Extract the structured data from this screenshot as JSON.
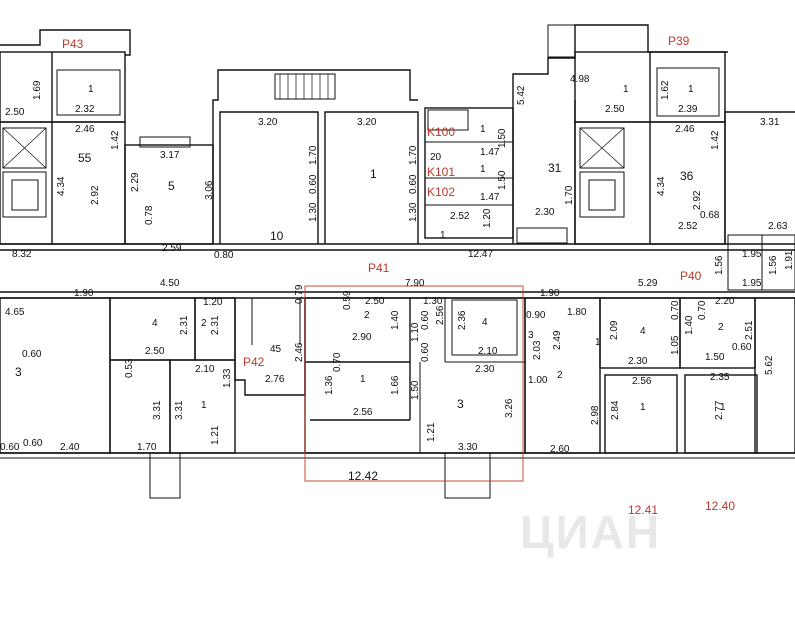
{
  "units": {
    "u1": "2.50",
    "u2": "1.69",
    "u3": "2.32",
    "u4": "1",
    "u5": "2.46",
    "u6": "1.42",
    "u7": "55",
    "u8": "4.34",
    "u9": "2.92",
    "u10": "8.32",
    "u11": "3.17",
    "u12": "2.29",
    "u13": "5",
    "u14": "3.06",
    "u15": "0.78",
    "u16": "2.59",
    "u17": "3.20",
    "u18": "1.70",
    "u19": "0.60",
    "u20": "1.30",
    "u21": "10",
    "u22": "0.80",
    "u23": "3.20",
    "u24": "1.70",
    "u25": "1",
    "u26": "0.60",
    "u27": "1.30",
    "u28": "1",
    "u29": "1.50",
    "u30": "20",
    "u31": "1.47",
    "u32": "1",
    "u33": "1.50",
    "u34": "1.47",
    "u35": "2.52",
    "u36": "1",
    "u37": "1.20",
    "u38": "12.47",
    "u39": "5.42",
    "u40": "4.98",
    "u41": "31",
    "u42": "1.70",
    "u43": "2.30",
    "u44": "1",
    "u45": "2.50",
    "u46": "1",
    "u47": "1.62",
    "u48": "2.39",
    "u49": "2.46",
    "u50": "1.42",
    "u51": "36",
    "u52": "4.34",
    "u53": "2.92",
    "u54": "2.52",
    "u55": "0.68",
    "u56": "3.31",
    "u57": "2.63",
    "u58": "1.95",
    "u59": "1.56",
    "u60": "1.95",
    "u61": "1.91",
    "u62": "1.56",
    "u63": "4.50",
    "u64": "1.90",
    "u65": "4.65",
    "u66": "0.60",
    "u67": "3",
    "u68": "0.60",
    "u69": "0.60",
    "u70": "2.40",
    "u71": "1.70",
    "u72": "0.53",
    "u73": "4",
    "u74": "2.31",
    "u75": "2.50",
    "u76": "1.20",
    "u77": "2",
    "u78": "2.31",
    "u79": "2.10",
    "u80": "3.31",
    "u81": "3.31",
    "u82": "1",
    "u83": "1.21",
    "u84": "1.33",
    "u85": "45",
    "u86": "2.76",
    "u87": "2.46",
    "u88": "0.79",
    "u89": "7.90",
    "u90": "0.59",
    "u91": "2.50",
    "u92": "2",
    "u93": "2.90",
    "u94": "1.40",
    "u95": "1.30",
    "u96": "0.60",
    "u97": "2.56",
    "u98": "2.36",
    "u99": "4",
    "u100": "2.10",
    "u101": "1.10",
    "u102": "0.60",
    "u103": "2.30",
    "u104": "1.36",
    "u105": "0.70",
    "u106": "1",
    "u107": "2.56",
    "u108": "1.66",
    "u109": "1.50",
    "u110": "3",
    "u111": "3.26",
    "u112": "1.21",
    "u113": "3.30",
    "u114": "12.42",
    "u115": "1.90",
    "u116": "0.90",
    "u117": "3",
    "u118": "2.03",
    "u119": "1.80",
    "u120": "2.49",
    "u121": "1",
    "u122": "1.00",
    "u123": "2",
    "u124": "2.60",
    "u125": "5.29",
    "u126": "4",
    "u127": "2.09",
    "u128": "0.70",
    "u129": "1.05",
    "u130": "2.30",
    "u131": "2.20",
    "u132": "0.70",
    "u133": "1.40",
    "u134": "2",
    "u135": "2.51",
    "u136": "0.60",
    "u137": "1.50",
    "u138": "2.56",
    "u139": "2.98",
    "u140": "2.84",
    "u141": "1",
    "u142": "2.35",
    "u143": "2.77",
    "u144": "1",
    "u145": "5.62"
  },
  "flats": {
    "p43": "P43",
    "p39": "P39",
    "k100": "K100",
    "k101": "K101",
    "k102": "K102",
    "p41": "P41",
    "p40": "P40",
    "p42": "P42",
    "a1241": "12.41",
    "a1240": "12.40"
  },
  "watermark": "ЦИАН",
  "colors": {
    "wall": "#111111",
    "highlight": "#b22222",
    "label": "#c0392b"
  }
}
